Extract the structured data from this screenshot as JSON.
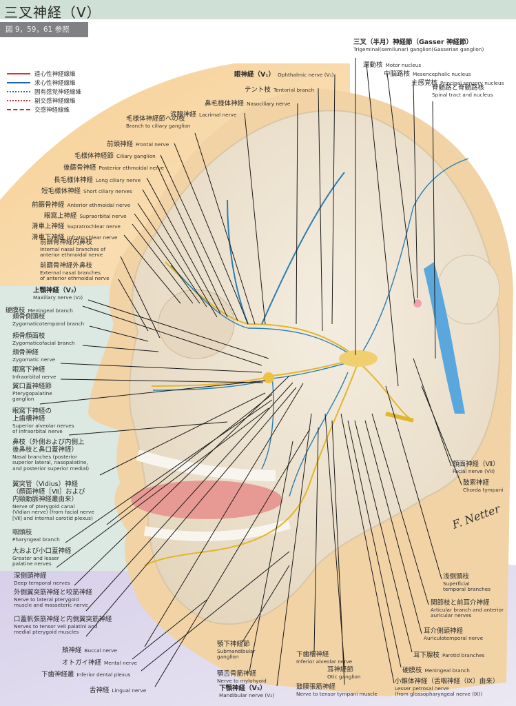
{
  "title": "三叉神経（Ⅴ）",
  "subtitle": "図 9，59，61 参照",
  "legend": [
    {
      "label": "遠心性神経線維",
      "color": "#e0302a",
      "style": "solid"
    },
    {
      "label": "求心性神経線維",
      "color": "#1f5fb0",
      "style": "solid"
    },
    {
      "label": "固有感覚神経線維",
      "color": "#2a70c0",
      "style": "dotted"
    },
    {
      "label": "副交感神経線維",
      "color": "#e0302a",
      "style": "dotted"
    },
    {
      "label": "交感神経線維",
      "color": "#d02020",
      "style": "dashed"
    }
  ],
  "signature": "F. Netter",
  "labels": [
    {
      "id": "ophthalmic-nerve",
      "jp": [
        "眼神経（V₁）"
      ],
      "en": [
        "Ophthalmic nerve (V₁)"
      ]
    },
    {
      "id": "tentorial-branch",
      "jp": [
        "テント枝"
      ],
      "en": [
        "Tentorial branch"
      ]
    },
    {
      "id": "nasociliary-nerve",
      "jp": [
        "鼻毛様体神経"
      ],
      "en": [
        "Nasociliary nerve"
      ]
    },
    {
      "id": "lacrimal-nerve",
      "jp": [
        "涙腺神経"
      ],
      "en": [
        "Lacrimal nerve"
      ]
    },
    {
      "id": "branch-to-ciliary-ganglion",
      "jp": [
        "毛様体神経節への枝"
      ],
      "en": [
        "Branch to ciliary ganglion"
      ]
    },
    {
      "id": "frontal-nerve",
      "jp": [
        "前頭神経"
      ],
      "en": [
        "Frontal nerve"
      ]
    },
    {
      "id": "ciliary-ganglion",
      "jp": [
        "毛様体神経節"
      ],
      "en": [
        "Ciliary ganglion"
      ]
    },
    {
      "id": "posterior-ethmoidal-nerve",
      "jp": [
        "後篩骨神経"
      ],
      "en": [
        "Posterior ethmoidal nerve"
      ]
    },
    {
      "id": "long-ciliary-nerve",
      "jp": [
        "長毛様体神経"
      ],
      "en": [
        "Long ciliary nerve"
      ]
    },
    {
      "id": "short-ciliary-nerves",
      "jp": [
        "短毛様体神経"
      ],
      "en": [
        "Short ciliary nerves"
      ]
    },
    {
      "id": "anterior-ethmoidal-nerve",
      "jp": [
        "前篩骨神経"
      ],
      "en": [
        "Anterior ethmoidal nerve"
      ]
    },
    {
      "id": "supraorbital-nerve",
      "jp": [
        "眼窩上神経"
      ],
      "en": [
        "Supraorbital nerve"
      ]
    },
    {
      "id": "supratrochlear-nerve",
      "jp": [
        "滑車上神経"
      ],
      "en": [
        "Supratrochlear nerve"
      ]
    },
    {
      "id": "infratrochlear-nerve",
      "jp": [
        "滑車下神経"
      ],
      "en": [
        "Infratrochlear nerve"
      ]
    },
    {
      "id": "internal-nasal-branches",
      "jp": [
        "前篩骨神経内鼻枝"
      ],
      "en": [
        "Internal nasal branches of",
        "anterior ethmoidal nerve"
      ]
    },
    {
      "id": "external-nasal-branches",
      "jp": [
        "前篩骨神経外鼻枝"
      ],
      "en": [
        "External nasal branches",
        "of anterior ethmoidal nerve"
      ]
    },
    {
      "id": "trigeminal-ganglion",
      "jp": [
        "三叉（半月）神経節（Gasser 神経節）"
      ],
      "en": [
        "Trigeminal(semilunar) ganglion(Gasserian ganglion)"
      ]
    },
    {
      "id": "motor-nucleus",
      "jp": [
        "運動核"
      ],
      "en": [
        "Motor nucleus"
      ]
    },
    {
      "id": "mesencephalic-nucleus",
      "jp": [
        "中脳路核"
      ],
      "en": [
        "Mesencephalic nucleus"
      ]
    },
    {
      "id": "principal-sensory-nucleus",
      "jp": [
        "主感覚核"
      ],
      "en": [
        "Principal sensory nucleus"
      ]
    },
    {
      "id": "spinal-tract-and-nucleus",
      "jp": [
        "脊髄路と脊髄路核"
      ],
      "en": [
        "Spinal tract and nucleus"
      ]
    },
    {
      "id": "maxillary-nerve",
      "jp": [
        "上顎神経（V₂）"
      ],
      "en": [
        "Maxillary nerve (V₂)"
      ]
    },
    {
      "id": "meningeal-branch-v2",
      "jp": [
        "硬膜枝"
      ],
      "en": [
        "Meningeal branch"
      ]
    },
    {
      "id": "zygomaticotemporal-branch",
      "jp": [
        "頬骨側頭枝"
      ],
      "en": [
        "Zygomaticotemporal branch"
      ]
    },
    {
      "id": "zygomaticofacial-branch",
      "jp": [
        "頬骨顔面枝"
      ],
      "en": [
        "Zygomaticofacial branch"
      ]
    },
    {
      "id": "zygomatic-nerve",
      "jp": [
        "頬骨神経"
      ],
      "en": [
        "Zygomatic nerve"
      ]
    },
    {
      "id": "infraorbital-nerve",
      "jp": [
        "眼窩下神経"
      ],
      "en": [
        "Infraorbital nerve"
      ]
    },
    {
      "id": "pterygopalatine-ganglion",
      "jp": [
        "翼口蓋神経節"
      ],
      "en": [
        "Pterygopalatine",
        "ganglion"
      ]
    },
    {
      "id": "superior-alveolar-nerves",
      "jp": [
        "眼窩下神経の",
        "上歯槽神経"
      ],
      "en": [
        "Superior alveolar nerves",
        "of infraorbital nerve"
      ]
    },
    {
      "id": "nasal-branches",
      "jp": [
        "鼻枝（外側および内側上",
        "後鼻枝と鼻口蓋神経）"
      ],
      "en": [
        "Nasal branches (posterior",
        "superior lateral, nasopalatine,",
        "and posterior superior medial)"
      ]
    },
    {
      "id": "nerve-of-pterygoid-canal",
      "jp": [
        "翼突管（Vidius）神経",
        "（顔面神経［Ⅶ］および",
        "内頸動脈神経叢由来）"
      ],
      "en": [
        "Nerve of pterygoid canal",
        "(Vidian nerve) (from facial nerve",
        "[Ⅶ] and internal carotid plexus)"
      ]
    },
    {
      "id": "pharyngeal-branch",
      "jp": [
        "咽頭枝"
      ],
      "en": [
        "Pharyngeal branch"
      ]
    },
    {
      "id": "palatine-nerves",
      "jp": [
        "大および小口蓋神経"
      ],
      "en": [
        "Greater and lesser",
        "palatine nerves"
      ]
    },
    {
      "id": "deep-temporal-nerves",
      "jp": [
        "深側頭神経"
      ],
      "en": [
        "Deep temporal nerves"
      ]
    },
    {
      "id": "lateral-pterygoid-masseteric",
      "jp": [
        "外側翼突筋神経と咬筋神経"
      ],
      "en": [
        "Nerve to lateral pterygoid",
        "muscle and masseteric nerve"
      ]
    },
    {
      "id": "tensor-veli-medial-pterygoid",
      "jp": [
        "口蓋帆張筋神経と内側翼突筋神経"
      ],
      "en": [
        "Nerves to tensor veli palatini and",
        "medial pterygoid muscles"
      ]
    },
    {
      "id": "buccal-nerve",
      "jp": [
        "頬神経"
      ],
      "en": [
        "Buccal nerve"
      ]
    },
    {
      "id": "mental-nerve",
      "jp": [
        "オトガイ神経"
      ],
      "en": [
        "Mental nerve"
      ]
    },
    {
      "id": "inferior-dental-plexus",
      "jp": [
        "下歯神経叢"
      ],
      "en": [
        "Inferior dental plexus"
      ]
    },
    {
      "id": "lingual-nerve",
      "jp": [
        "舌神経"
      ],
      "en": [
        "Lingual nerve"
      ]
    },
    {
      "id": "submandibular-ganglion",
      "jp": [
        "顎下神経節"
      ],
      "en": [
        "Submandibular",
        "ganglion"
      ]
    },
    {
      "id": "nerve-to-mylohyoid",
      "jp": [
        "顎舌骨筋神経"
      ],
      "en": [
        "Nerve to mylohyoid"
      ]
    },
    {
      "id": "mandibular-nerve",
      "jp": [
        "下顎神経（V₃）"
      ],
      "en": [
        "Mandibular nerve (V₃)"
      ]
    },
    {
      "id": "inferior-alveolar-nerve",
      "jp": [
        "下歯槽神経"
      ],
      "en": [
        "Inferior alveolar nerve"
      ]
    },
    {
      "id": "otic-ganglion",
      "jp": [
        "耳神経節"
      ],
      "en": [
        "Otic ganglion"
      ]
    },
    {
      "id": "nerve-to-tensor-tympani",
      "jp": [
        "鼓膜張筋神経"
      ],
      "en": [
        "Nerve to tensor tympani muscle"
      ]
    },
    {
      "id": "superficial-temporal-branches",
      "jp": [
        "浅側頭枝"
      ],
      "en": [
        "Superficial",
        "temporal branches"
      ]
    },
    {
      "id": "articular-anterior-auricular",
      "jp": [
        "関節枝と前耳介神経"
      ],
      "en": [
        "Articular branch and anterior",
        "auricular nerves"
      ]
    },
    {
      "id": "auriculotemporal-nerve",
      "jp": [
        "耳介側頭神経"
      ],
      "en": [
        "Auriculotemporal nerve"
      ]
    },
    {
      "id": "parotid-branches",
      "jp": [
        "耳下腺枝"
      ],
      "en": [
        "Parotid branches"
      ]
    },
    {
      "id": "meningeal-branch-v3",
      "jp": [
        "硬膜枝"
      ],
      "en": [
        "Meningeal branch"
      ]
    },
    {
      "id": "lesser-petrosal-nerve",
      "jp": [
        "小錐体神経（舌咽神経（Ⅸ）由来）"
      ],
      "en": [
        "Lesser petrosal nerve",
        "(from glossopharyngeal nerve (Ⅸ))"
      ]
    },
    {
      "id": "facial-nerve",
      "jp": [
        "顔面神経（Ⅶ）"
      ],
      "en": [
        "Facial nerve (VII)"
      ]
    },
    {
      "id": "chorda-tympani",
      "jp": [
        "鼓索神経"
      ],
      "en": [
        "Chorda tympani"
      ]
    }
  ]
}
